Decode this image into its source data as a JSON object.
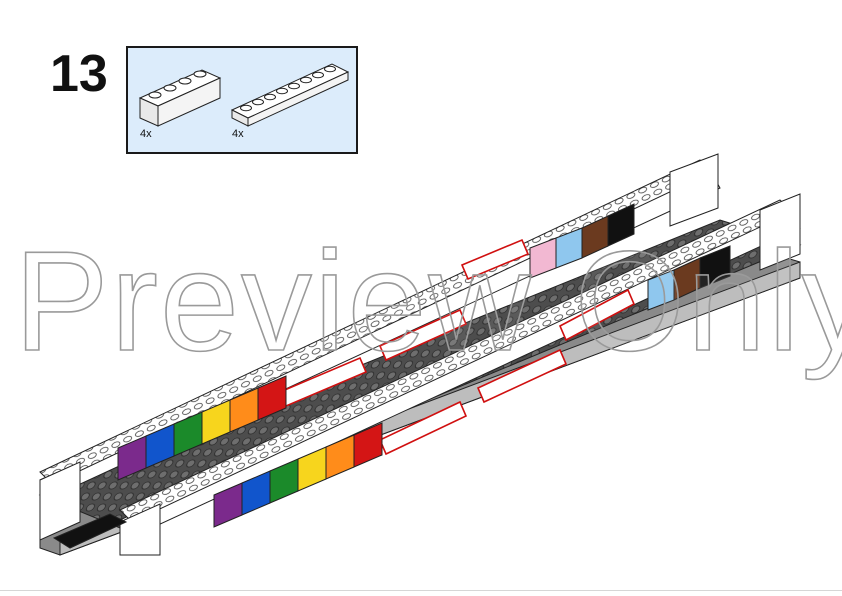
{
  "step": {
    "number": "13"
  },
  "parts_callout": {
    "background": "#dcecfb",
    "parts": [
      {
        "id": "brick-1x4-white",
        "color": "#ffffff",
        "quantity_label": "4x"
      },
      {
        "id": "plate-1x8-white",
        "color": "#ffffff",
        "quantity_label": "4x"
      }
    ]
  },
  "model": {
    "baseplate_color": "#4d4d4d",
    "frame_color": "#ffffff",
    "highlight_color": "#d01010",
    "rainbow_colors": [
      "#7b2a8c",
      "#1155cc",
      "#1b8a2a",
      "#f7d51d",
      "#ff8c1a",
      "#d41515"
    ],
    "accent_colors": [
      "#f2b8d2",
      "#8fc7ee",
      "#6b3a1f",
      "#111111"
    ]
  },
  "watermark": {
    "text": "Preview Only"
  }
}
